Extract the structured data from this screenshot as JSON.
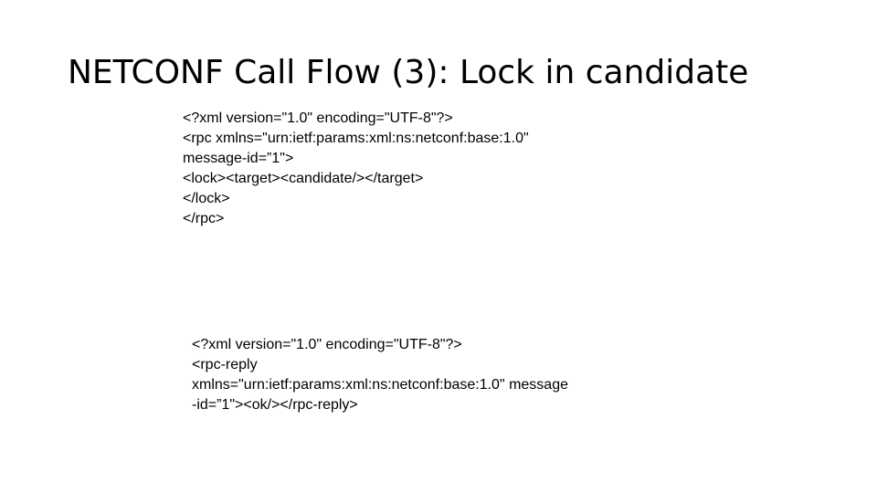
{
  "slide": {
    "title": "NETCONF Call Flow (3): Lock in candidate"
  },
  "request": {
    "lines": [
      "<?xml version=\"1.0\" encoding=\"UTF-8\"?>",
      "<rpc xmlns=\"urn:ietf:params:xml:ns:netconf:base:1.0\"",
      "message-id=”1\">",
      "<lock><target><candidate/></target>",
      "</lock>",
      "</rpc>"
    ]
  },
  "reply": {
    "lines": [
      "<?xml version=\"1.0\" encoding=\"UTF-8\"?>",
      "<rpc-reply",
      "xmlns=\"urn:ietf:params:xml:ns:netconf:base:1.0\" message",
      "-id=”1\"><ok/></rpc-reply>"
    ]
  }
}
